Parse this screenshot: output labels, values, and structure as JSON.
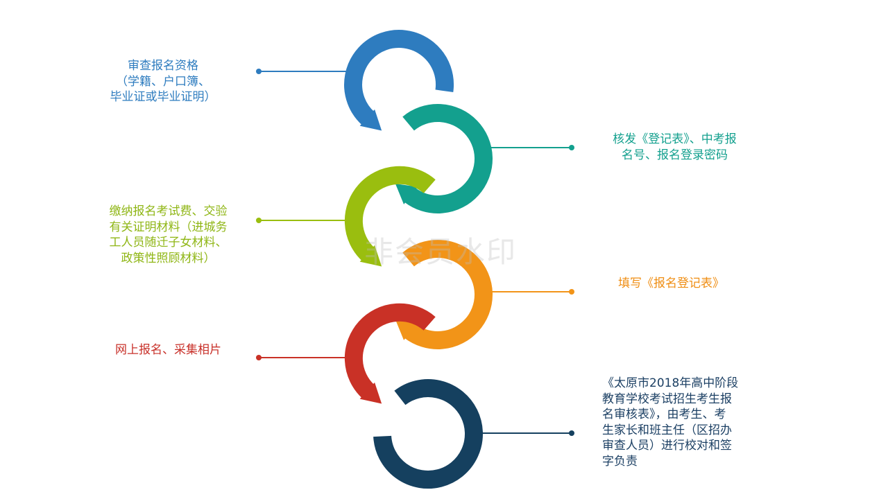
{
  "steps": [
    {
      "text": "审查报名资格\n（学籍、户口簿、\n毕业证或毕业证明）",
      "color": "#2e7cbf"
    },
    {
      "text": "核发《登记表》、中考报\n名号、报名登录密码",
      "color": "#13a08e"
    },
    {
      "text": "缴纳报名考试费、交验\n有关证明材料（进城务\n工人员随迁子女材料、\n政策性照顾材料）",
      "color": "#9abe0f"
    },
    {
      "text": "填写《报名登记表》",
      "color": "#f29418"
    },
    {
      "text": "网上报名、采集相片",
      "color": "#c93126"
    },
    {
      "text": "《太原市2018年高中阶段\n教育学校考试招生考生报\n名审核表》，由考生、考\n生家长和班主任（区招办\n审查人员）进行校对和签\n字负责",
      "color": "#15405f"
    }
  ],
  "watermark": "非会员水印"
}
